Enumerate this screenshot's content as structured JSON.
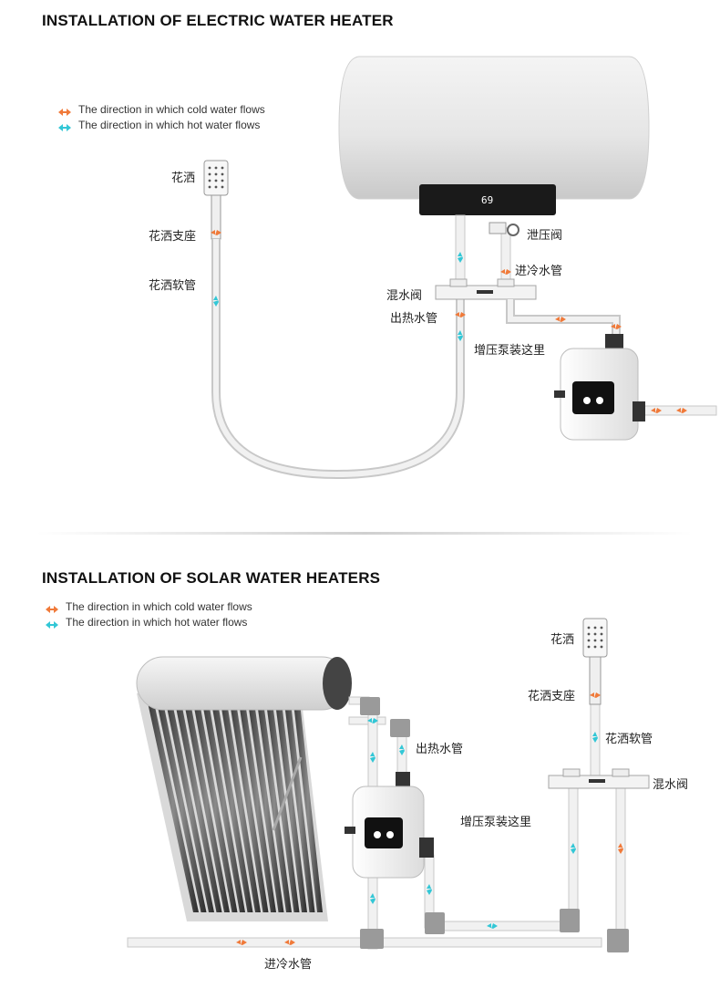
{
  "colors": {
    "cold": "#f07a3a",
    "hot": "#33c7d6",
    "pipe": "#d2d2d2",
    "pipe_edge": "#b4b4b4"
  },
  "section1": {
    "title": "INSTALLATION OF ELECTRIC WATER HEATER",
    "legend_cold": "The direction in which cold water flows",
    "legend_hot": "The direction in which hot water flows",
    "display_value": "69",
    "labels": {
      "shower": "花洒",
      "shower_holder": "花洒支座",
      "shower_hose": "花洒软管",
      "relief_valve": "泄压阀",
      "cold_inlet": "进冷水管",
      "mixing_valve": "混水阀",
      "hot_outlet": "出热水管",
      "pump_here": "增压泵装这里"
    }
  },
  "section2": {
    "title": "INSTALLATION OF SOLAR WATER HEATERS",
    "legend_cold": "The direction in which cold water flows",
    "legend_hot": "The direction in which hot water flows",
    "labels": {
      "shower": "花洒",
      "shower_holder": "花洒支座",
      "shower_hose": "花洒软管",
      "mixing_valve": "混水阀",
      "hot_outlet": "出热水管",
      "pump_here": "增压泵装这里",
      "cold_inlet": "进冷水管"
    }
  }
}
